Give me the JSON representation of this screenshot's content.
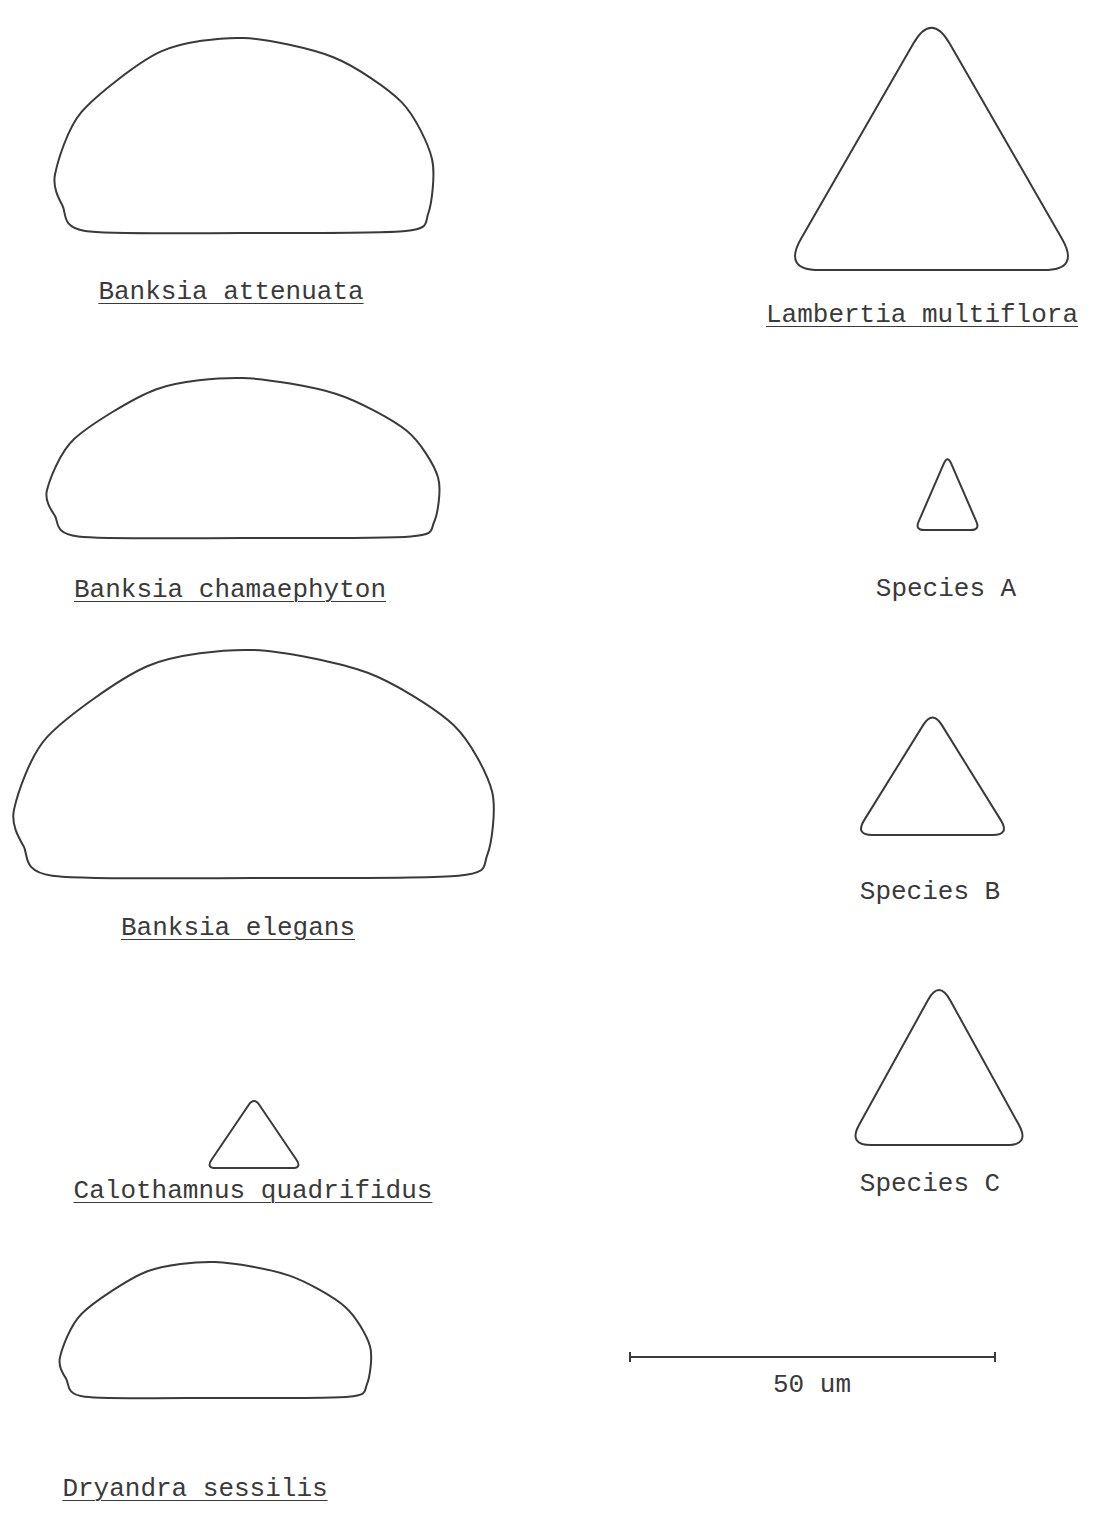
{
  "diagram": {
    "labels": [
      "Banksia attenuata",
      "Banksia chamaephyton",
      "Banksia elegans",
      "Calothamnus quadrifidus",
      "Dryandra sessilis",
      "Lambertia multiflora",
      "Species A",
      "Species B",
      "Species C",
      "50 um"
    ]
  }
}
